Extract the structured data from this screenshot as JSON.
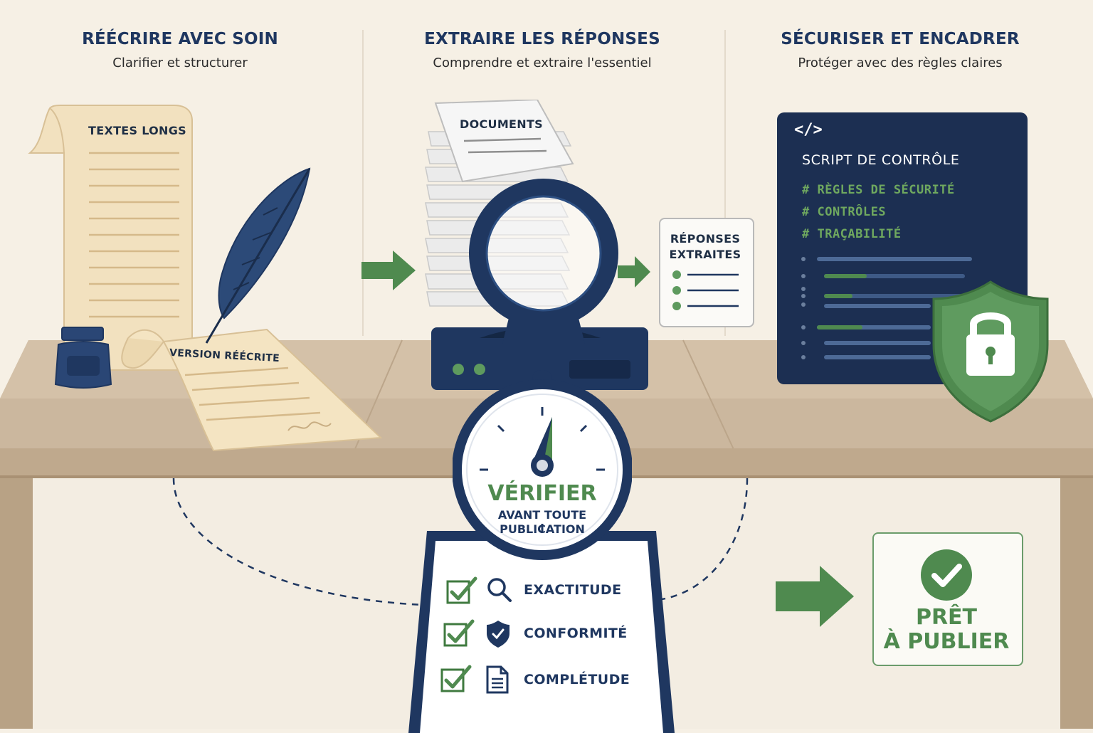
{
  "columns": [
    {
      "title": "RÉÉCRIRE AVEC SOIN",
      "subtitle": "Clarifier et structurer"
    },
    {
      "title": "EXTRAIRE LES RÉPONSES",
      "subtitle": "Comprendre et extraire l'essentiel"
    },
    {
      "title": "SÉCURISER ET ENCADRER",
      "subtitle": "Protéger avec des règles claires"
    }
  ],
  "rewrite": {
    "scroll_label": "TEXTES LONGS",
    "paper_label": "VERSION RÉÉCRITE"
  },
  "extract": {
    "documents_label": "DOCUMENTS",
    "answers_label_line1": "RÉPONSES",
    "answers_label_line2": "EXTRAITES"
  },
  "secure": {
    "code_tag": "</>",
    "script_title": "SCRIPT DE CONTRÔLE",
    "code_lines": [
      "# RÈGLES DE SÉCURITÉ",
      "# CONTRÔLES",
      "# TRAÇABILITÉ"
    ]
  },
  "verify": {
    "title": "VÉRIFIER",
    "line1": "AVANT TOUTE",
    "line2": "PUBLICATION",
    "checks": [
      {
        "label": "EXACTITUDE",
        "icon": "magnifier-icon"
      },
      {
        "label": "CONFORMITÉ",
        "icon": "shield-check-icon"
      },
      {
        "label": "COMPLÉTUDE",
        "icon": "document-icon"
      }
    ]
  },
  "ready": {
    "line1": "PRÊT",
    "line2": "À PUBLIER"
  },
  "colors": {
    "navy": "#1f3760",
    "green": "#4f8a4f",
    "paper": "#f3e3c4",
    "desk": "#cdb9a0",
    "background": "#f6f0e5"
  }
}
